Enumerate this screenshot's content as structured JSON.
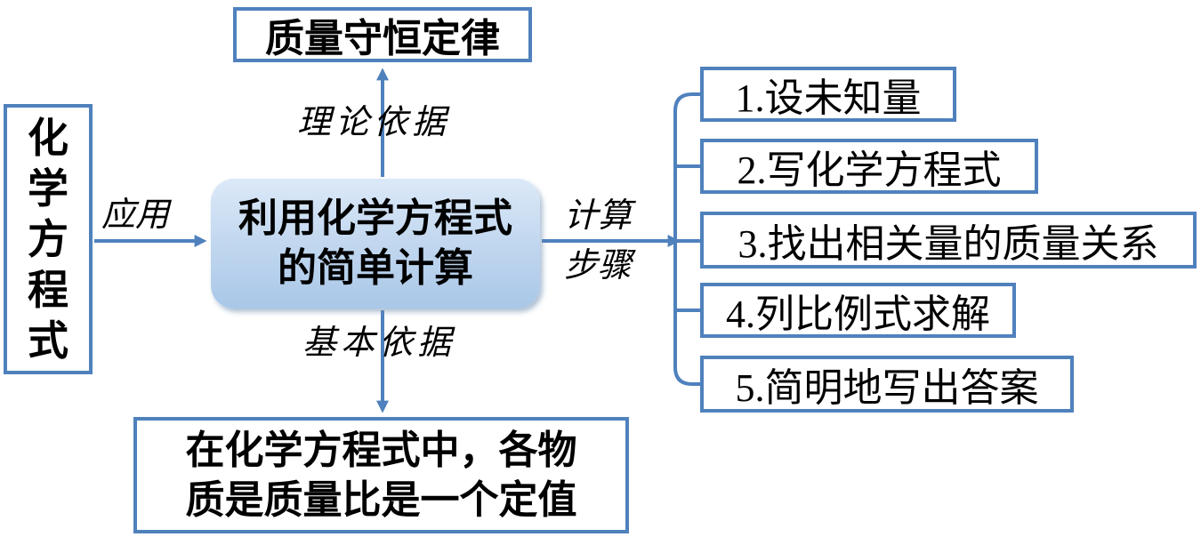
{
  "colors": {
    "border": "#4f81bd",
    "arrow": "#4f81bd",
    "center_fill_top": "#dce9f8",
    "center_fill_bottom": "#a9c7e8",
    "text": "#000000",
    "background": "#ffffff"
  },
  "left_box": {
    "text": "化学方程式",
    "chars": [
      "化",
      "学",
      "方",
      "程",
      "式"
    ]
  },
  "top_box": {
    "text": "质量守恒定律"
  },
  "center_box": {
    "lines": [
      "利用化学方程式",
      "的简单计算"
    ]
  },
  "bottom_box": {
    "lines": [
      "在化学方程式中，各物",
      "质是质量比是一个定值"
    ]
  },
  "edge_labels": {
    "apply": "应用",
    "theory": "理论依据",
    "basis": "基本依据",
    "steps_line1": "计算",
    "steps_line2": "步骤"
  },
  "steps": [
    {
      "label": "1.设未知量"
    },
    {
      "label": "2.写化学方程式"
    },
    {
      "label": "3.找出相关量的质量关系"
    },
    {
      "label": "4.列比例式求解"
    },
    {
      "label": "5.简明地写出答案"
    }
  ]
}
